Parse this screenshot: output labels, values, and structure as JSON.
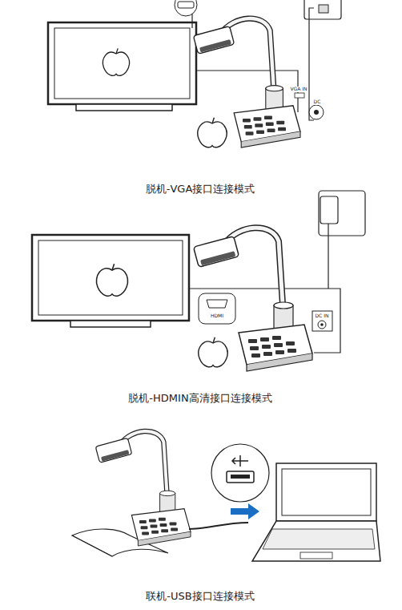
{
  "diagram": {
    "labels": [
      "脱机-VGA接口连接模式",
      "VGA IN",
      "DC",
      "脱机-HDMIN高清接口连接模式",
      "HDMI",
      "DC IN",
      "联机-USB接口连接模式"
    ]
  }
}
